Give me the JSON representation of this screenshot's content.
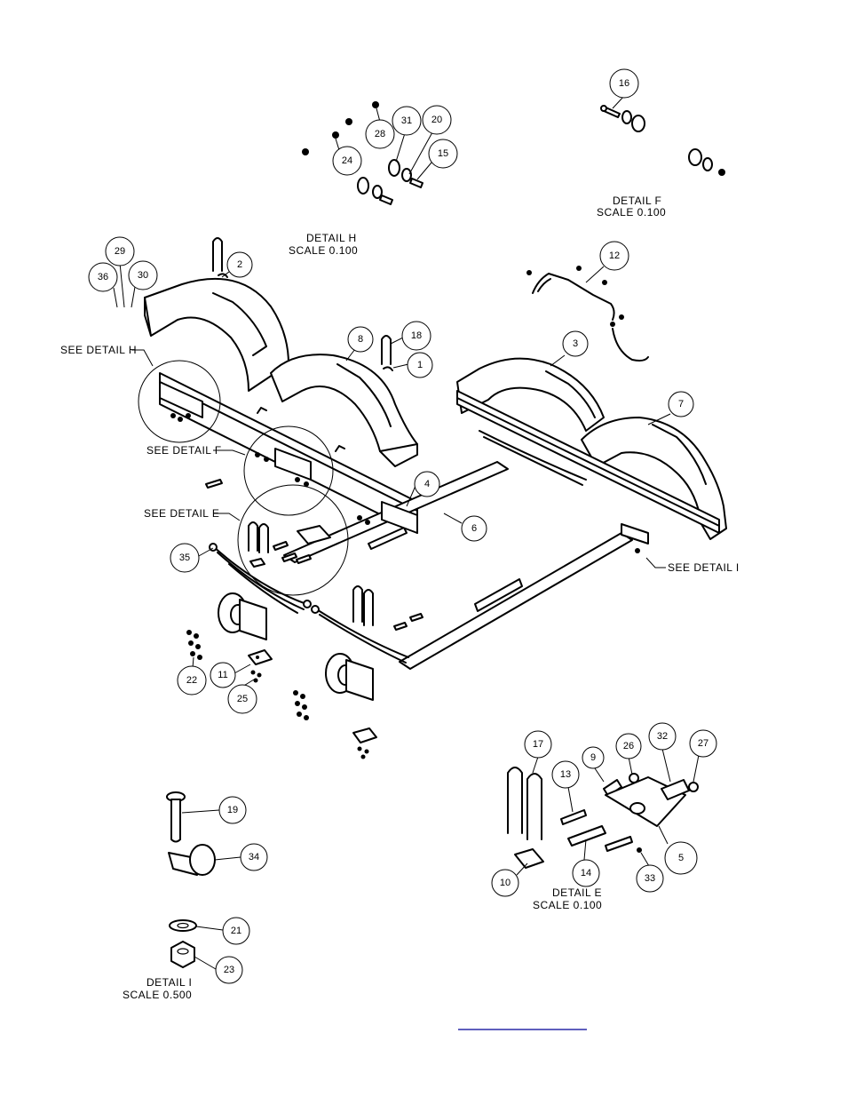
{
  "detail_h": {
    "title": "DETAIL  H",
    "scale": "SCALE  0.100"
  },
  "detail_f": {
    "title": "DETAIL  F",
    "scale": "SCALE 0.100"
  },
  "detail_e": {
    "title": "DETAIL  E",
    "scale": "SCALE  0.100"
  },
  "detail_i": {
    "title": "DETAIL  I",
    "scale": "SCALE  0.500"
  },
  "callouts": {
    "see_h": "SEE DETAIL  H",
    "see_f": "SEE DETAIL  F",
    "see_e": "SEE DETAIL  E",
    "see_i": "SEE DETAIL  I"
  },
  "balloons": {
    "b16": "16",
    "b28": "28",
    "b31": "31",
    "b20": "20",
    "b15": "15",
    "b24": "24",
    "b29": "29",
    "b36": "36",
    "b30": "30",
    "b2": "2",
    "b12": "12",
    "b8": "8",
    "b18": "18",
    "b1": "1",
    "b3": "3",
    "b7": "7",
    "b4": "4",
    "b6": "6",
    "b35": "35",
    "b22": "22",
    "b11": "11",
    "b25": "25",
    "b17": "17",
    "b9": "9",
    "b26": "26",
    "b32": "32",
    "b27": "27",
    "b13": "13",
    "b5": "5",
    "b14": "14",
    "b33": "33",
    "b10": "10",
    "b19": "19",
    "b34": "34",
    "b21": "21",
    "b23": "23"
  }
}
